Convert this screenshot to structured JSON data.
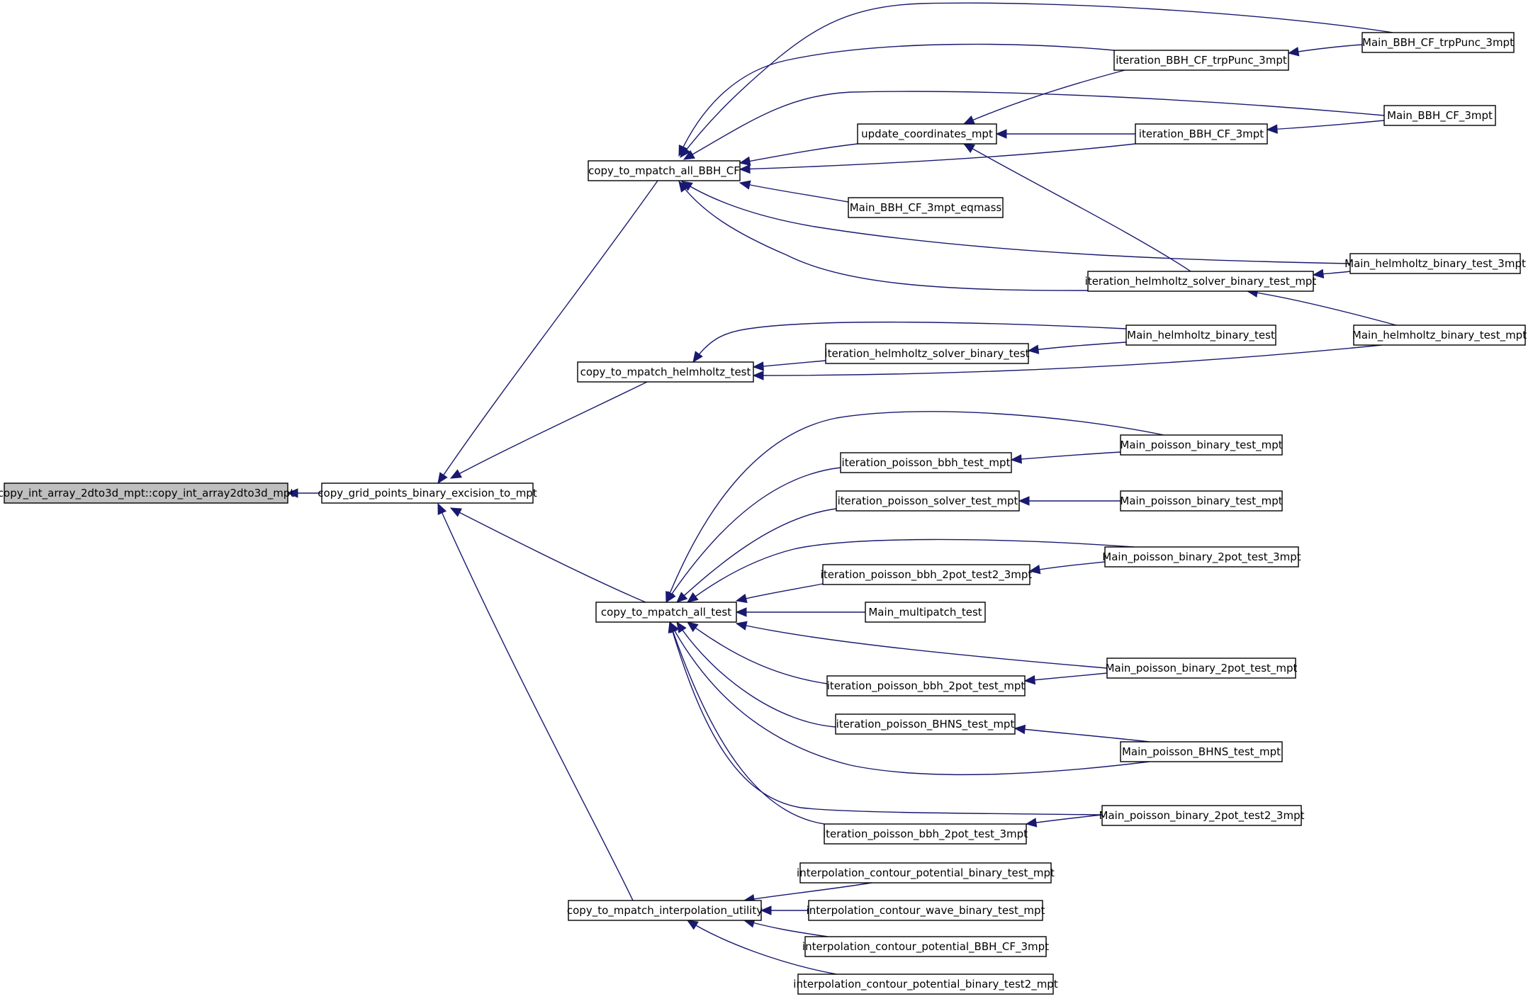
{
  "diagram": {
    "nodes": [
      {
        "id": "n0",
        "label": "copy_int_array_2dto3d_mpt::copy_int_array2dto3d_mpt",
        "root": true
      },
      {
        "id": "n1",
        "label": "copy_grid_points_binary_excision_to_mpt"
      },
      {
        "id": "n2",
        "label": "copy_to_mpatch_all_BBH_CF"
      },
      {
        "id": "n3",
        "label": "copy_to_mpatch_helmholtz_test"
      },
      {
        "id": "n4",
        "label": "copy_to_mpatch_all_test"
      },
      {
        "id": "n5",
        "label": "copy_to_mpatch_interpolation_utility"
      },
      {
        "id": "n6",
        "label": "update_coordinates_mpt"
      },
      {
        "id": "n7",
        "label": "iteration_BBH_CF_trpPunc_3mpt"
      },
      {
        "id": "n8",
        "label": "Main_BBH_CF_trpPunc_3mpt"
      },
      {
        "id": "n9",
        "label": "iteration_BBH_CF_3mpt"
      },
      {
        "id": "n10",
        "label": "Main_BBH_CF_3mpt"
      },
      {
        "id": "n11",
        "label": "Main_BBH_CF_3mpt_eqmass"
      },
      {
        "id": "n12",
        "label": "iteration_helmholtz_solver_binary_test_mpt"
      },
      {
        "id": "n13",
        "label": "Main_helmholtz_binary_test_3mpt"
      },
      {
        "id": "n14",
        "label": "Main_helmholtz_binary_test_mpt"
      },
      {
        "id": "n15",
        "label": "iteration_helmholtz_solver_binary_test"
      },
      {
        "id": "n16",
        "label": "Main_helmholtz_binary_test"
      },
      {
        "id": "n17",
        "label": "iteration_poisson_bbh_test_mpt"
      },
      {
        "id": "n18",
        "label": "Main_poisson_binary_test_mpt"
      },
      {
        "id": "n19",
        "label": "iteration_poisson_solver_test_mpt"
      },
      {
        "id": "n20",
        "label": "Main_poisson_binary_test_mpt"
      },
      {
        "id": "n21",
        "label": "iteration_poisson_bbh_2pot_test2_3mpt"
      },
      {
        "id": "n22",
        "label": "Main_poisson_binary_2pot_test_3mpt"
      },
      {
        "id": "n23",
        "label": "Main_multipatch_test"
      },
      {
        "id": "n24",
        "label": "iteration_poisson_bbh_2pot_test_mpt"
      },
      {
        "id": "n25",
        "label": "Main_poisson_binary_2pot_test_mpt"
      },
      {
        "id": "n26",
        "label": "iteration_poisson_BHNS_test_mpt"
      },
      {
        "id": "n27",
        "label": "Main_poisson_BHNS_test_mpt"
      },
      {
        "id": "n28",
        "label": "iteration_poisson_bbh_2pot_test_3mpt"
      },
      {
        "id": "n29",
        "label": "Main_poisson_binary_2pot_test2_3mpt"
      },
      {
        "id": "n30",
        "label": "interpolation_contour_potential_binary_test_mpt"
      },
      {
        "id": "n31",
        "label": "interpolation_contour_wave_binary_test_mpt"
      },
      {
        "id": "n32",
        "label": "interpolation_contour_potential_BBH_CF_3mpt"
      },
      {
        "id": "n33",
        "label": "interpolation_contour_potential_binary_test2_mpt"
      }
    ],
    "edges": [
      {
        "from": "n1",
        "to": "n0"
      },
      {
        "from": "n2",
        "to": "n1"
      },
      {
        "from": "n3",
        "to": "n1"
      },
      {
        "from": "n4",
        "to": "n1"
      },
      {
        "from": "n5",
        "to": "n1"
      },
      {
        "from": "n6",
        "to": "n2"
      },
      {
        "from": "n7",
        "to": "n2"
      },
      {
        "from": "n8",
        "to": "n2"
      },
      {
        "from": "n9",
        "to": "n2"
      },
      {
        "from": "n10",
        "to": "n2"
      },
      {
        "from": "n11",
        "to": "n2"
      },
      {
        "from": "n12",
        "to": "n2"
      },
      {
        "from": "n13",
        "to": "n2"
      },
      {
        "from": "n7",
        "to": "n6"
      },
      {
        "from": "n9",
        "to": "n6"
      },
      {
        "from": "n12",
        "to": "n6"
      },
      {
        "from": "n8",
        "to": "n7"
      },
      {
        "from": "n10",
        "to": "n9"
      },
      {
        "from": "n13",
        "to": "n12"
      },
      {
        "from": "n14",
        "to": "n12"
      },
      {
        "from": "n15",
        "to": "n3"
      },
      {
        "from": "n16",
        "to": "n3"
      },
      {
        "from": "n14",
        "to": "n3"
      },
      {
        "from": "n16",
        "to": "n15"
      },
      {
        "from": "n17",
        "to": "n4"
      },
      {
        "from": "n18",
        "to": "n4"
      },
      {
        "from": "n19",
        "to": "n4"
      },
      {
        "from": "n21",
        "to": "n4"
      },
      {
        "from": "n22",
        "to": "n4"
      },
      {
        "from": "n23",
        "to": "n4"
      },
      {
        "from": "n25",
        "to": "n4"
      },
      {
        "from": "n24",
        "to": "n4"
      },
      {
        "from": "n26",
        "to": "n4"
      },
      {
        "from": "n27",
        "to": "n4"
      },
      {
        "from": "n29",
        "to": "n4"
      },
      {
        "from": "n28",
        "to": "n4"
      },
      {
        "from": "n18",
        "to": "n17"
      },
      {
        "from": "n20",
        "to": "n19"
      },
      {
        "from": "n22",
        "to": "n21"
      },
      {
        "from": "n25",
        "to": "n24"
      },
      {
        "from": "n27",
        "to": "n26"
      },
      {
        "from": "n29",
        "to": "n28"
      },
      {
        "from": "n30",
        "to": "n5"
      },
      {
        "from": "n31",
        "to": "n5"
      },
      {
        "from": "n32",
        "to": "n5"
      },
      {
        "from": "n33",
        "to": "n5"
      }
    ]
  }
}
